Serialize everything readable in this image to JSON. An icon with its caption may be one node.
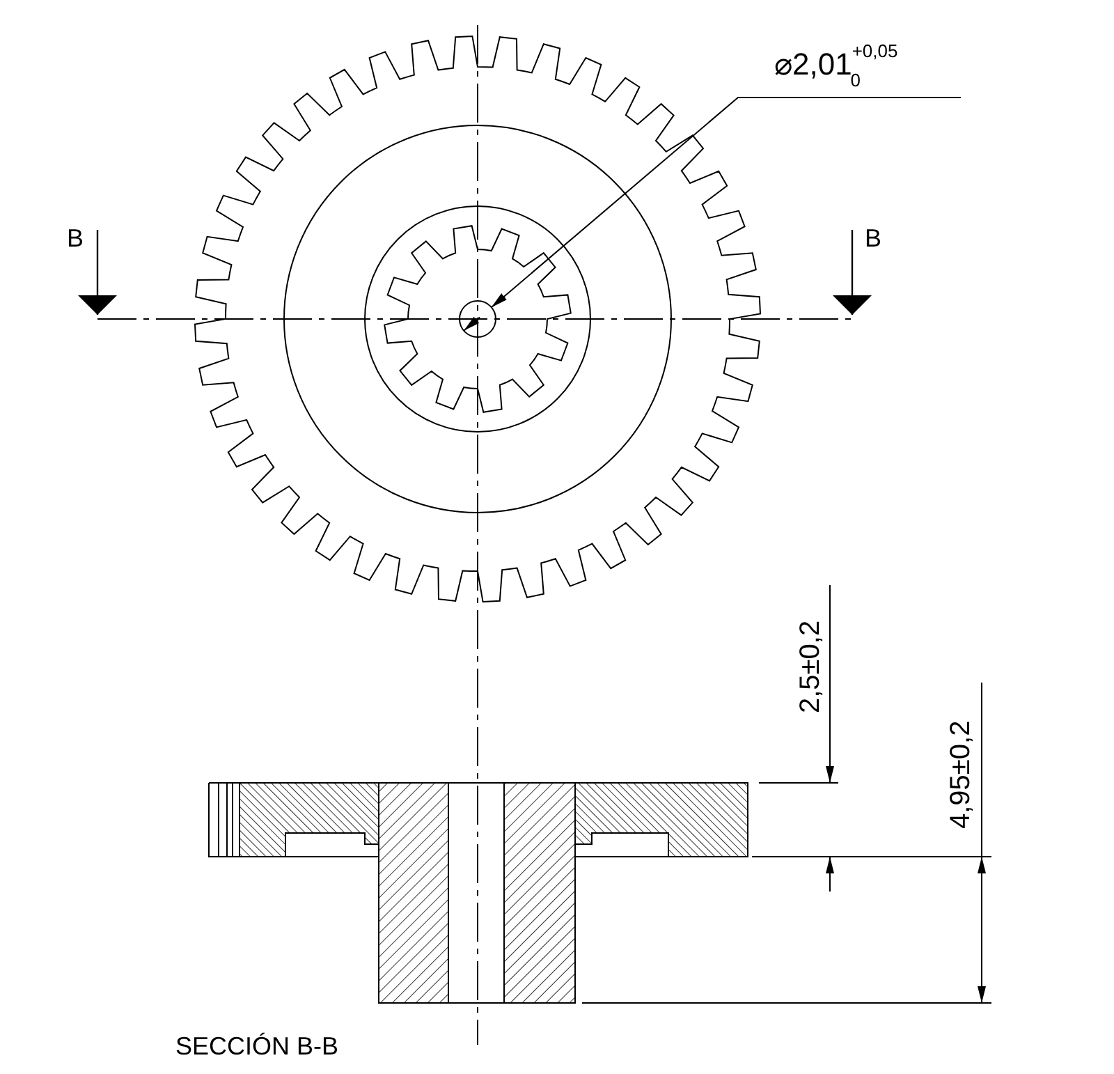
{
  "diagram": {
    "labels": [
      "⌀2,01$^{+0,05}$$_{0}$",
      "B",
      "B",
      "2,5±0,2",
      "4,95±0,2",
      "SECCIÓN B-B"
    ]
  }
}
